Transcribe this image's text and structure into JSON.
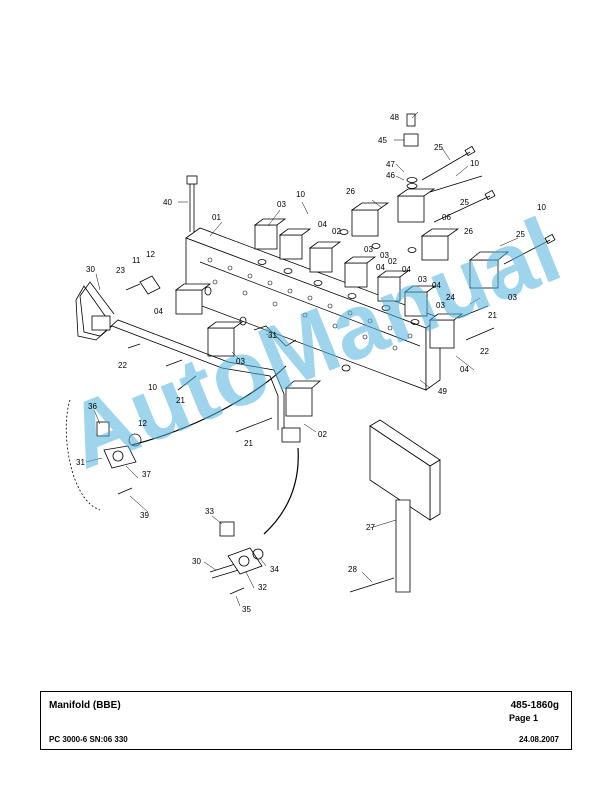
{
  "document": {
    "title": "Manifold (BBE)",
    "part_number": "485-1860g",
    "page": "Page 1",
    "model": "PC 3000-6 SN:06 330",
    "date": "24.08.2007"
  },
  "watermark": {
    "text": "AutoManual",
    "color": "#4fb3df"
  },
  "callouts": {
    "c48": "48",
    "c45": "45",
    "c25a": "25",
    "c47": "47",
    "c46": "46",
    "c10a": "10",
    "c25b": "25",
    "c26a": "26",
    "c06": "06",
    "c10b": "10",
    "c40": "40",
    "c01": "01",
    "c10c": "10",
    "c03a": "03",
    "c04a": "04",
    "c02a": "02",
    "c26b": "26",
    "c25c": "25",
    "c03b": "03",
    "c03c": "03",
    "c04b": "04",
    "c02b": "02",
    "c04c": "04",
    "c03d": "03",
    "c04d": "04",
    "c24": "24",
    "c03e": "03",
    "c03f": "03",
    "c21a": "21",
    "c22a": "22",
    "c04e": "04",
    "c49": "49",
    "c11": "11",
    "c12a": "12",
    "c30a": "30",
    "c23": "23",
    "c04f": "04",
    "c03g": "03",
    "c31a": "31",
    "c22b": "22",
    "c10d": "10",
    "c21b": "21",
    "c36": "36",
    "c12b": "12",
    "c31b": "31",
    "c37": "37",
    "c39": "39",
    "c21c": "21",
    "c02c": "02",
    "c27": "27",
    "c33": "33",
    "c30b": "30",
    "c34": "34",
    "c32": "32",
    "c28": "28",
    "c35": "35"
  }
}
